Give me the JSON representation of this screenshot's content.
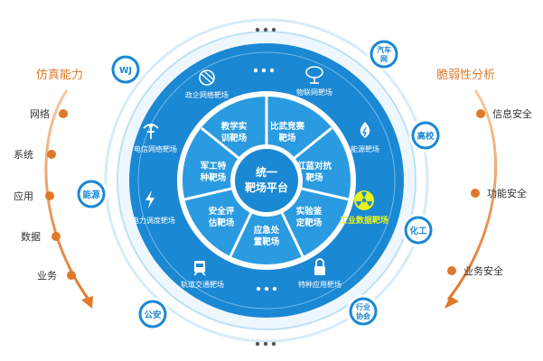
{
  "left_panel": {
    "title": "仿真能力",
    "items": [
      "网络",
      "系统",
      "应用",
      "数据",
      "业务"
    ]
  },
  "right_panel": {
    "title": "脆弱性分析",
    "items": [
      "信息安全",
      "功能安全",
      "业务安全"
    ]
  },
  "center": {
    "line1": "统一",
    "line2": "靶场平台"
  },
  "inner_wedges": [
    {
      "line1": "教学实",
      "line2": "训靶场"
    },
    {
      "line1": "比武竞赛",
      "line2": "靶场"
    },
    {
      "line1": "红蓝对抗",
      "line2": "靶场"
    },
    {
      "line1": "实验鉴",
      "line2": "定靶场"
    },
    {
      "line1": "应急处",
      "line2": "置靶场"
    },
    {
      "line1": "安全评",
      "line2": "估靶场"
    },
    {
      "line1": "军工特",
      "line2": "种靶场"
    }
  ],
  "ring_items": [
    {
      "label": "政企网络靶场",
      "icon": "globe-icon"
    },
    {
      "label": "物联网靶场",
      "icon": "iot-cloud-icon"
    },
    {
      "label": "能源靶场",
      "icon": "flame-drop-icon"
    },
    {
      "label": "工业数据靶场",
      "icon": "radiation-icon",
      "highlight": true
    },
    {
      "label": "特种应用靶场",
      "icon": "lock-icon"
    },
    {
      "label": "轨道交通靶场",
      "icon": "train-icon"
    },
    {
      "label": "电力调度靶场",
      "icon": "lightning-icon"
    },
    {
      "label": "电信网络靶场",
      "icon": "telecom-icon"
    }
  ],
  "badges": {
    "wj": "WJ",
    "energy": "能源",
    "police": "公安",
    "carnet1": "汽车",
    "carnet2": "网",
    "school": "高校",
    "chem": "化工",
    "assoc1": "行业",
    "assoc2": "协会"
  },
  "colors": {
    "accent_orange": "#e0782a",
    "ring_blue": "#1b88d4",
    "inner_blue": "#2a9be0",
    "highlight_yellow": "#e8f21a",
    "outer_ring": "#cfe8f7"
  }
}
